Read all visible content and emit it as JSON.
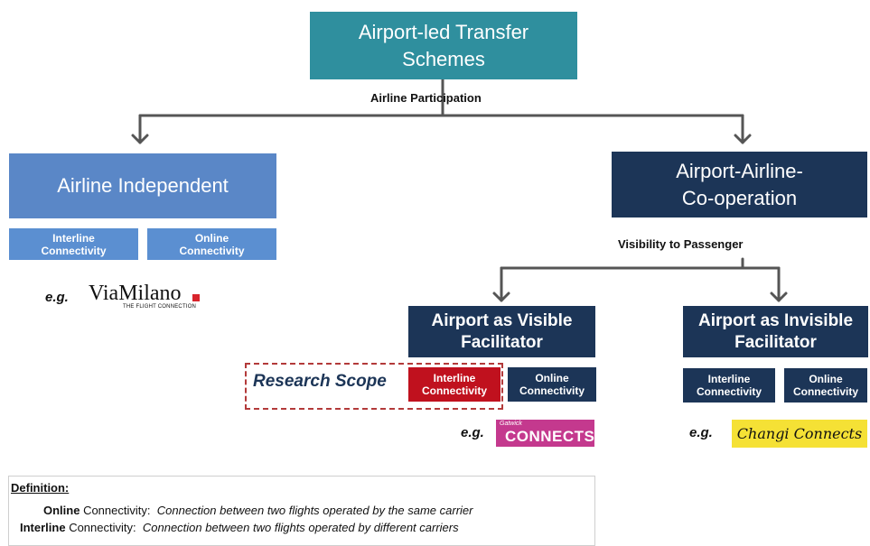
{
  "root": {
    "title_line1": "Airport-led Transfer",
    "title_line2": "Schemes"
  },
  "label_airline_participation": "Airline Participation",
  "airline_independent": {
    "title": "Airline Independent",
    "interline_line1": "Interline",
    "interline_line2": "Connectivity",
    "online_line1": "Online",
    "online_line2": "Connectivity",
    "eg": "e.g.",
    "logo_text": "ViaMilano",
    "logo_sub": "THE FLIGHT CONNECTION"
  },
  "coop": {
    "title_line1": "Airport-Airline-",
    "title_line2": "Co-operation"
  },
  "label_visibility": "Visibility to Passenger",
  "visible": {
    "title_line1": "Airport as Visible",
    "title_line2": "Facilitator",
    "interline_line1": "Interline",
    "interline_line2": "Connectivity",
    "online_line1": "Online",
    "online_line2": "Connectivity",
    "eg": "e.g.",
    "logo_small": "Gatwick",
    "logo_main": "CONNECTS"
  },
  "invisible": {
    "title_line1": "Airport as Invisible",
    "title_line2": "Facilitator",
    "interline_line1": "Interline",
    "interline_line2": "Connectivity",
    "online_line1": "Online",
    "online_line2": "Connectivity",
    "eg": "e.g.",
    "logo_text": "Changi Connects"
  },
  "research_scope": "Research Scope",
  "definition": {
    "title": "Definition:",
    "online_term": "Online",
    "online_word": " Connectivity:",
    "online_text": "Connection between two flights operated by the same carrier",
    "interline_term": "Interline",
    "interline_word": " Connectivity:",
    "interline_text": "Connection between two flights operated by different carriers"
  },
  "colors": {
    "teal": "#2f8f9e",
    "light_blue": "#5a87c7",
    "navy": "#1c3557",
    "red": "#c0111e",
    "arrow": "#555555"
  }
}
